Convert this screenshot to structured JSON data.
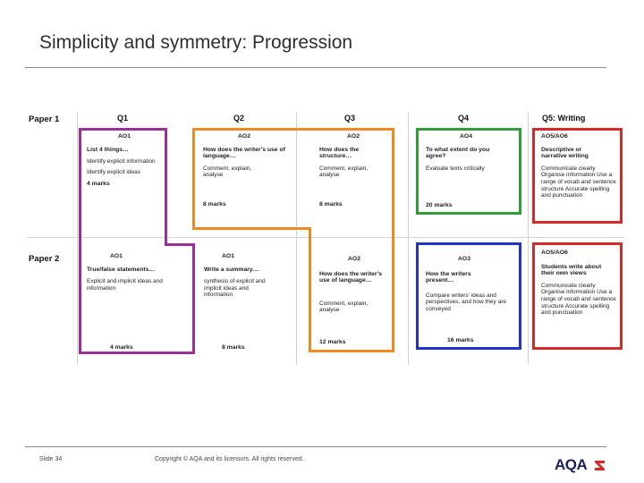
{
  "title": "Simplicity and symmetry: Progression",
  "columns": [
    "Q1",
    "Q2",
    "Q3",
    "Q4",
    "Q5: Writing"
  ],
  "rows": [
    "Paper 1",
    "Paper 2"
  ],
  "paper1": {
    "q1": {
      "ao": "AO1",
      "question": "List 4 things…",
      "p1": "Identify explicit information",
      "p2": "Identify explicit ideas",
      "marks": "4 marks"
    },
    "q2": {
      "ao": "AO2",
      "question": "How does the writer's use of language…",
      "p1": "Comment, explain, analyse",
      "marks": "8 marks"
    },
    "q3": {
      "ao": "AO2",
      "question": "How does the structure…",
      "p1": "Comment, explain, analyse",
      "marks": "8 marks"
    },
    "q4": {
      "ao": "AO4",
      "question": "To what extent do you agree?",
      "p1": "Evaluate texts critically",
      "marks": "20 marks"
    },
    "q5": {
      "ao": "AO5/AO6",
      "question": "Descriptive or narrative writing",
      "p1": "Communicate clearly Organise information Use a range of vocab and sentence structure Accurate spelling and punctuation"
    }
  },
  "paper2": {
    "q1": {
      "ao": "AO1",
      "question": "True/false statements…",
      "p1": "Explicit and implicit ideas and information",
      "marks": "4 marks"
    },
    "q2": {
      "ao": "AO1",
      "question": "Write a summary…",
      "p1": "synthesis of explicit and implicit ideas and information",
      "marks": "8 marks"
    },
    "q3": {
      "ao": "AO2",
      "question": "How does the writer's use of language…",
      "p1": "Comment, explain, analyse",
      "marks": "12 marks"
    },
    "q4": {
      "ao": "AO3",
      "question": "How the writers present…",
      "p1": "Compare writers' ideas and perspectives, and how they are conveyed",
      "marks": "16 marks"
    },
    "q5": {
      "ao": "AO5/AO6",
      "question": "Students write about their own views",
      "p1": "Communicate clearly Organise information Use a range of vocab and sentence structure Accurate spelling and punctuation"
    }
  },
  "footer": {
    "slide": "Slide 34",
    "copyright": "Copyright © AQA and its licensors. All rights reserved."
  },
  "logo": {
    "text": "AQA"
  },
  "colors": {
    "purple": "#9a2f96",
    "orange": "#ee8a1f",
    "green": "#2f9e3a",
    "blue": "#2233c8",
    "red": "#d42a2a",
    "navy": "#1a1f5c"
  }
}
